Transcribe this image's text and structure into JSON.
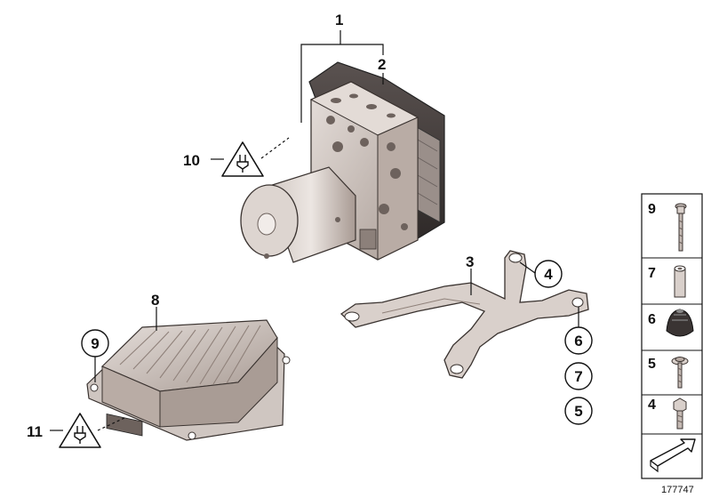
{
  "callouts": {
    "c1": "1",
    "c2": "2",
    "c3": "3",
    "c4": "4",
    "c6": "6",
    "c7": "7",
    "c5": "5",
    "c8": "8",
    "c9": "9",
    "c10": "10",
    "c11": "11"
  },
  "parts_legend": [
    {
      "number": "9",
      "icon": "bolt-icon"
    },
    {
      "number": "7",
      "icon": "sleeve-icon"
    },
    {
      "number": "6",
      "icon": "rubber-mount-icon"
    },
    {
      "number": "5",
      "icon": "screw-washer-icon"
    },
    {
      "number": "4",
      "icon": "hex-bolt-icon"
    }
  ],
  "diagram_id": "177747",
  "colors": {
    "metal_light": "#d9d0cb",
    "metal_mid": "#b9aca5",
    "metal_dark": "#8f817a",
    "outline": "#3a3330",
    "warning_fill": "#ffffff"
  }
}
